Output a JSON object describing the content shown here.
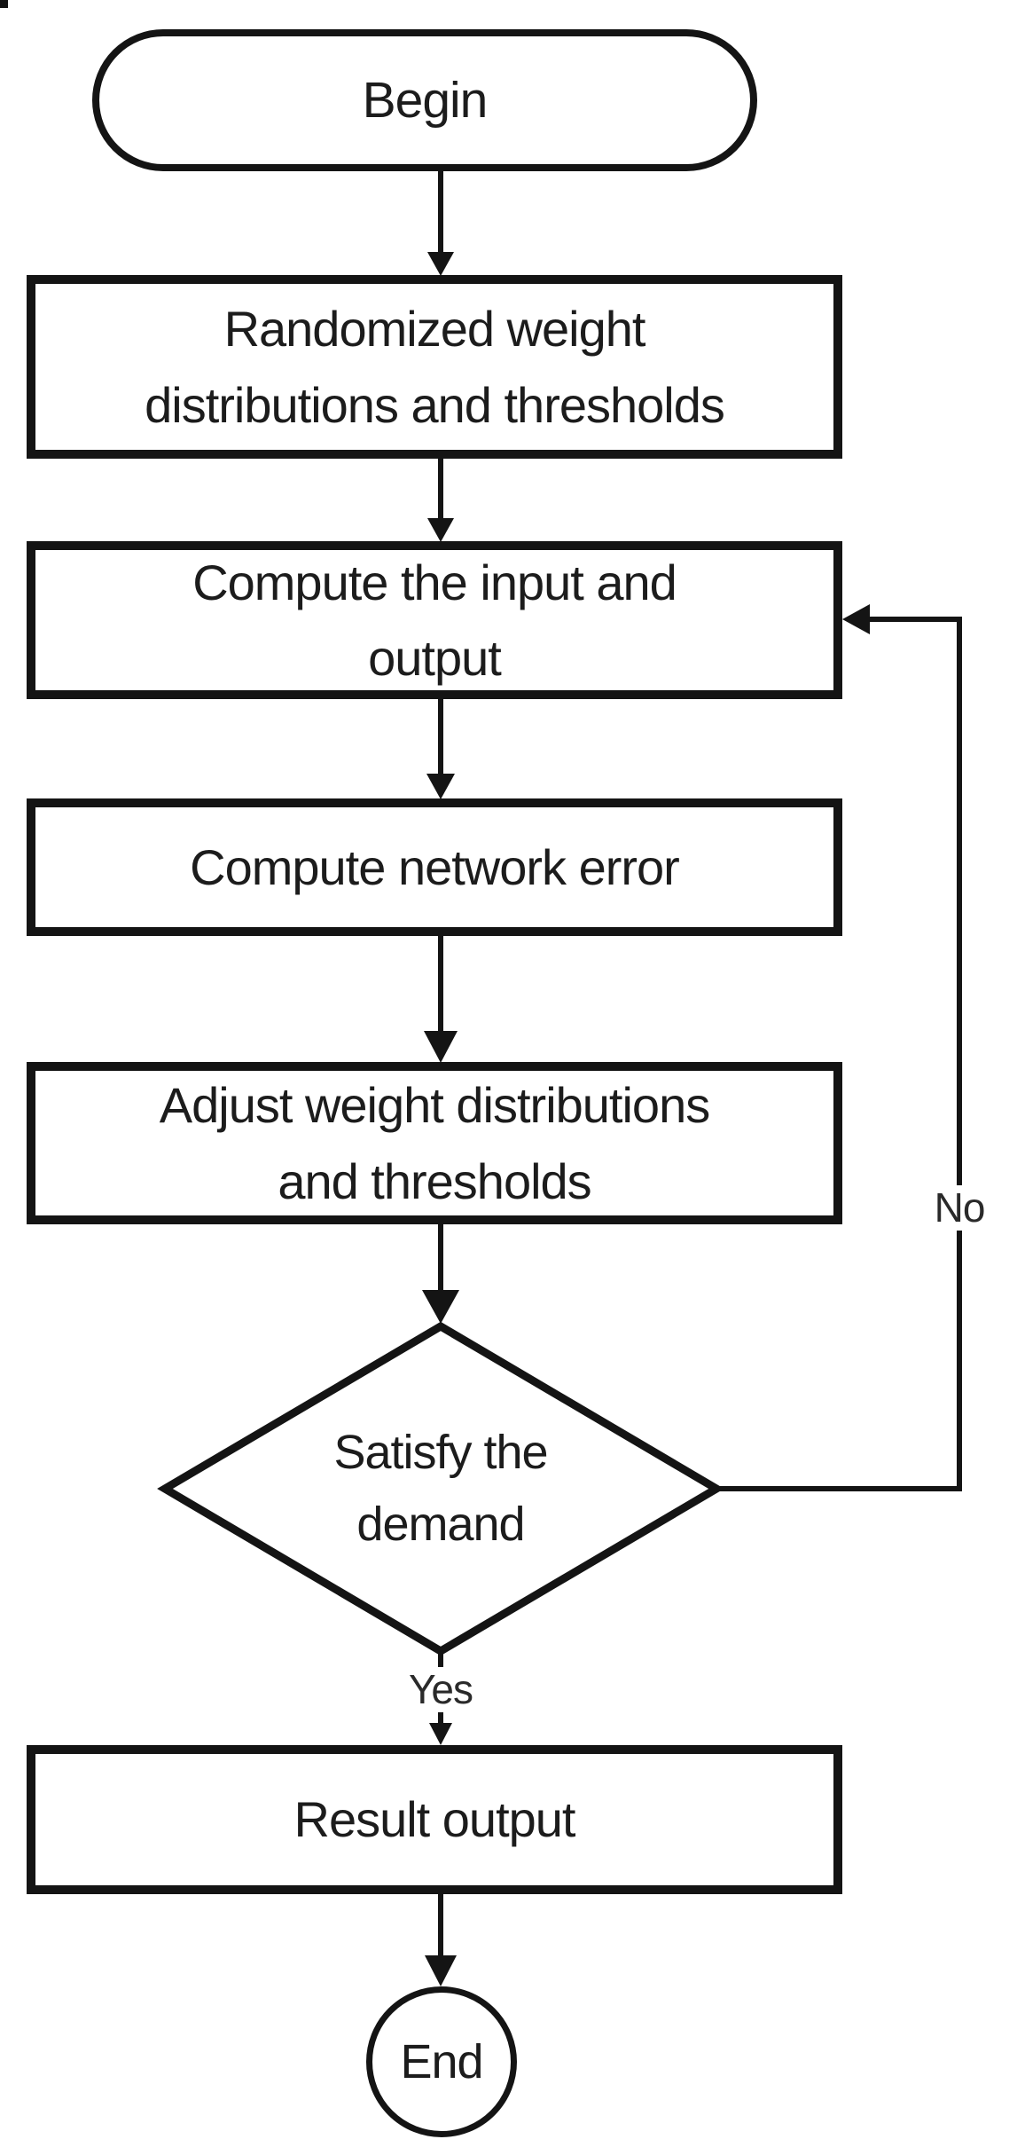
{
  "diagram": {
    "type": "flowchart",
    "nodes": {
      "begin": {
        "label": "Begin"
      },
      "randomize": {
        "line1": "Randomized weight",
        "line2": "distributions and thresholds"
      },
      "compute_io": {
        "line1": "Compute the input and",
        "line2": "output"
      },
      "compute_error": {
        "label": "Compute network error"
      },
      "adjust": {
        "line1": "Adjust weight distributions",
        "line2": "and thresholds"
      },
      "decision": {
        "line1": "Satisfy the",
        "line2": "demand"
      },
      "result": {
        "label": "Result output"
      },
      "end": {
        "label": "End"
      }
    },
    "edge_labels": {
      "yes": "Yes",
      "no": "No"
    },
    "colors": {
      "ink": "#141414",
      "background": "#ffffff"
    }
  }
}
